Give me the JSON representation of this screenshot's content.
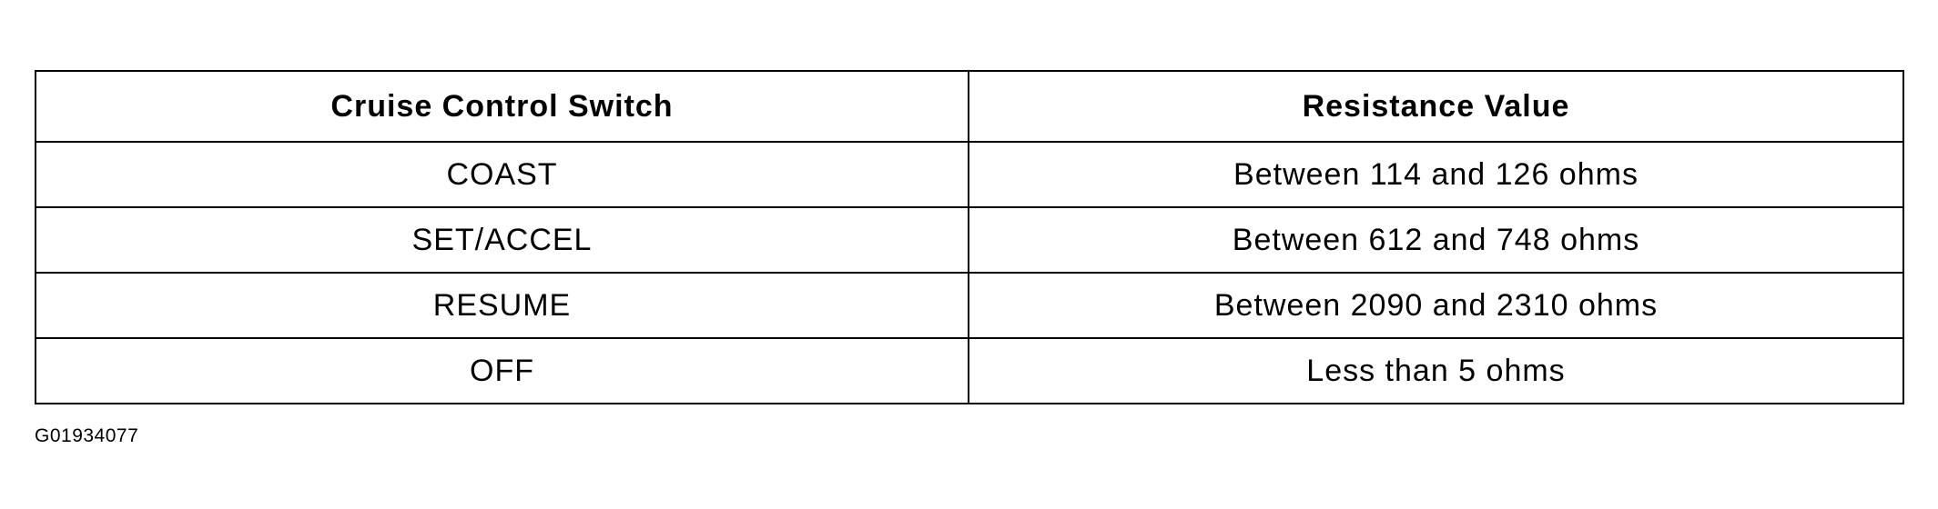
{
  "table": {
    "headers": [
      "Cruise Control Switch",
      "Resistance Value"
    ],
    "rows": [
      [
        "COAST",
        "Between 114 and 126 ohms"
      ],
      [
        "SET/ACCEL",
        "Between 612 and 748 ohms"
      ],
      [
        "RESUME",
        "Between 2090 and 2310 ohms"
      ],
      [
        "OFF",
        "Less than 5 ohms"
      ]
    ]
  },
  "figure_code": "G01934077"
}
